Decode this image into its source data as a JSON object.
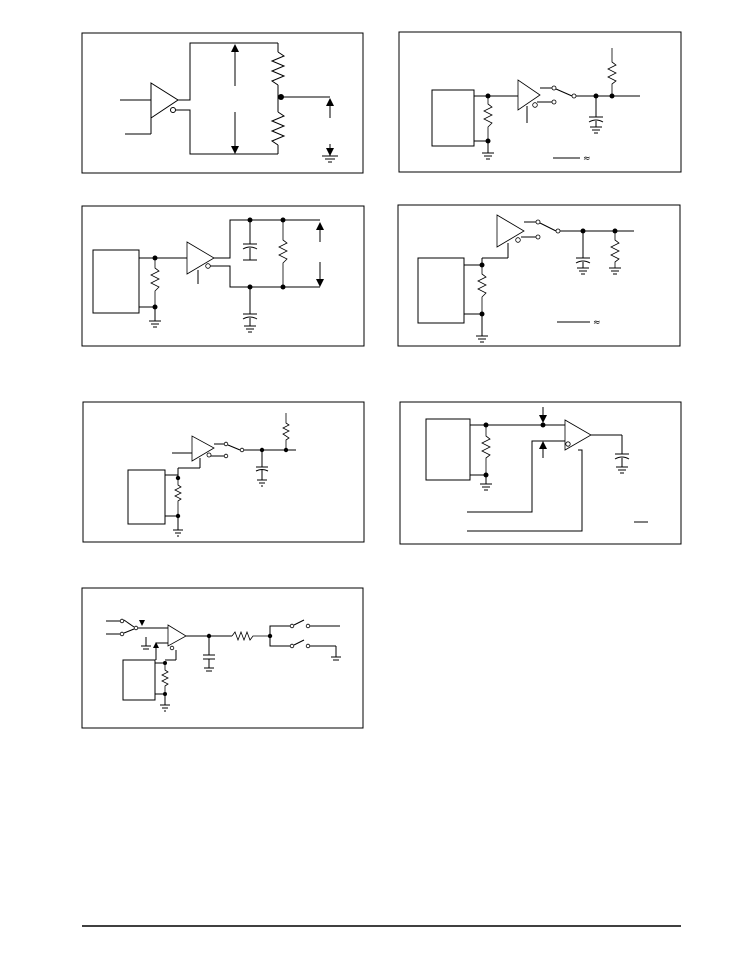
{
  "page": {
    "figure_count": 7
  },
  "figures": [
    {
      "id": "fig1",
      "label": ""
    },
    {
      "id": "fig2",
      "label": ""
    },
    {
      "id": "fig3",
      "label": ""
    },
    {
      "id": "fig4",
      "label": ""
    },
    {
      "id": "fig5",
      "label": ""
    },
    {
      "id": "fig6",
      "label": ""
    },
    {
      "id": "fig7",
      "label": ""
    }
  ],
  "symbols": {
    "approx": "≈"
  }
}
